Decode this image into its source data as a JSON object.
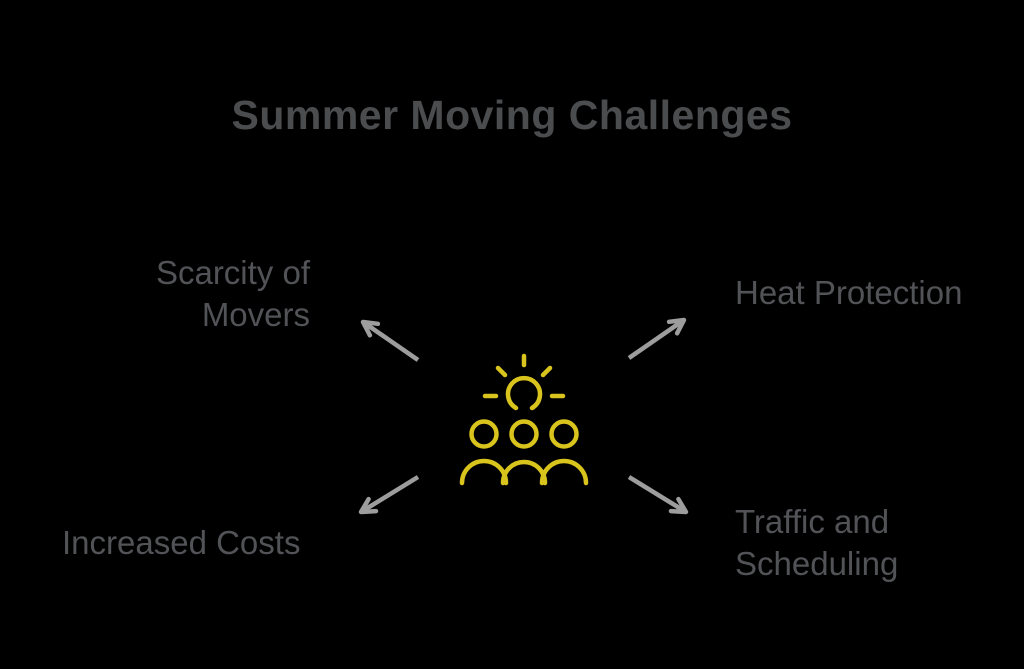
{
  "title": "Summer Moving Challenges",
  "labels": {
    "top_left": "Scarcity of\nMovers",
    "top_right": "Heat Protection",
    "bottom_left": "Increased Costs",
    "bottom_right": "Traffic and\nScheduling"
  },
  "center_icon": {
    "name": "crowd-under-sun-icon",
    "description": "three people outline beneath a shining sun",
    "color": "#d9c41d"
  },
  "arrows": [
    {
      "name": "arrow-top-left",
      "points_to": "Scarcity of Movers"
    },
    {
      "name": "arrow-top-right",
      "points_to": "Heat Protection"
    },
    {
      "name": "arrow-bottom-left",
      "points_to": "Increased Costs"
    },
    {
      "name": "arrow-bottom-right",
      "points_to": "Traffic and Scheduling"
    }
  ],
  "colors": {
    "background": "#000000",
    "title_text": "#4b4c4e",
    "label_text": "#525357",
    "arrow": "#9d9d9d",
    "icon": "#d9c41d"
  }
}
